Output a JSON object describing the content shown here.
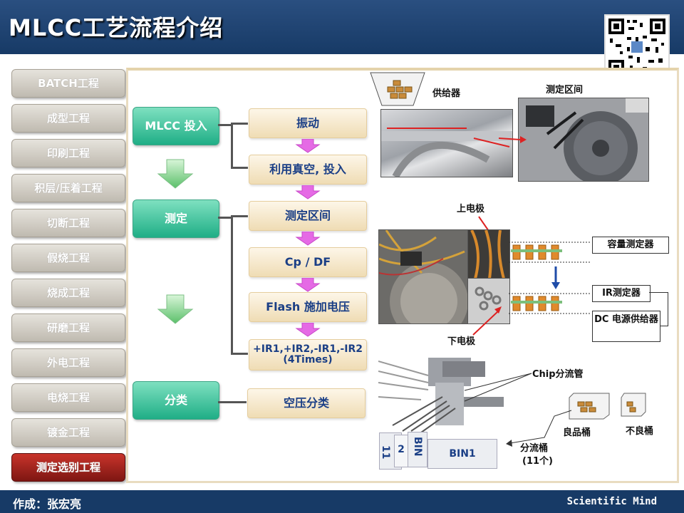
{
  "header": {
    "title": "MLCC工艺流程介绍"
  },
  "footer": {
    "author": "作成：张宏亮",
    "brand": "Scientific Mind"
  },
  "sidebar": {
    "items": [
      {
        "label": "BATCH工程"
      },
      {
        "label": "成型工程"
      },
      {
        "label": "印刷工程"
      },
      {
        "label": "积层/压着工程"
      },
      {
        "label": "切断工程"
      },
      {
        "label": "假烧工程"
      },
      {
        "label": "烧成工程"
      },
      {
        "label": "研磨工程"
      },
      {
        "label": "外电工程"
      },
      {
        "label": "电烧工程"
      },
      {
        "label": "镀金工程"
      },
      {
        "label": "测定选别工程",
        "active": true
      }
    ]
  },
  "flow": {
    "stages": [
      "MLCC 投入",
      "测定",
      "分类"
    ],
    "steps": [
      "振动",
      "利用真空, 投入",
      "测定区间",
      "Cp / DF",
      "Flash 施加电压",
      "+IR1,+IR2,-IR1,-IR2 (4Times)",
      "空压分类"
    ]
  },
  "diagram": {
    "feeder": "供给器",
    "measure_zone": "测定区间",
    "upper_electrode": "上电极",
    "lower_electrode": "下电极",
    "cap_meter": "容量测定器",
    "ir_meter": "IR测定器",
    "dc_supply": "DC 电源供给器",
    "chip_tube": "Chip分流管",
    "good_bin": "良品桶",
    "bad_bin": "不良桶",
    "split_bin": "分流桶",
    "split_count": "(11个)",
    "bin11": "BIN 11",
    "bin2": "2",
    "bin_label": "BIN",
    "bin1": "BIN1"
  },
  "colors": {
    "header_bg": "#173a66",
    "active_item": "#a02520",
    "stage_green": "#1fae86",
    "arrow_magenta": "#e04be0"
  }
}
